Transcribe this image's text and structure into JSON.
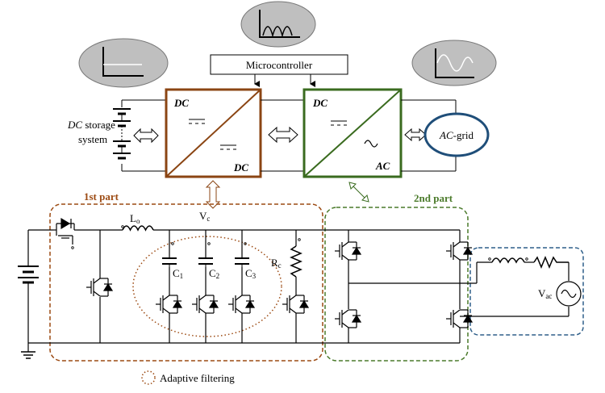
{
  "top": {
    "microcontroller": "Microcontroller",
    "dc_storage_line1_italic": "DC",
    "dc_storage_line1_rest": " storage",
    "dc_storage_line2": "system",
    "dcdc_in": "DC",
    "dcdc_out": "DC",
    "dcac_in": "DC",
    "dcac_out": "AC",
    "ac_grid_italic": "AC",
    "ac_grid_rest": "-grid"
  },
  "parts": {
    "part1": "1st part",
    "part2": "2nd part"
  },
  "circuit": {
    "lo": "L",
    "lo_sub": "o",
    "vc": "V",
    "vc_sub": "c",
    "c1": "C",
    "c1_sub": "1",
    "c2": "C",
    "c2_sub": "2",
    "c3": "C",
    "c3_sub": "3",
    "rc": "R",
    "rc_sub": "c",
    "vac": "V",
    "vac_sub": "ac"
  },
  "legend": {
    "adaptive_filtering": "Adaptive filtering"
  },
  "colors": {
    "dcdc": "#8B4513",
    "dcac": "#3A6B1F",
    "grid": "#1F4E79",
    "bubble": "#BFBFBF",
    "part1": "#9C4A12",
    "part2": "#4A7A2A",
    "ac_box": "#2F5F8A"
  }
}
